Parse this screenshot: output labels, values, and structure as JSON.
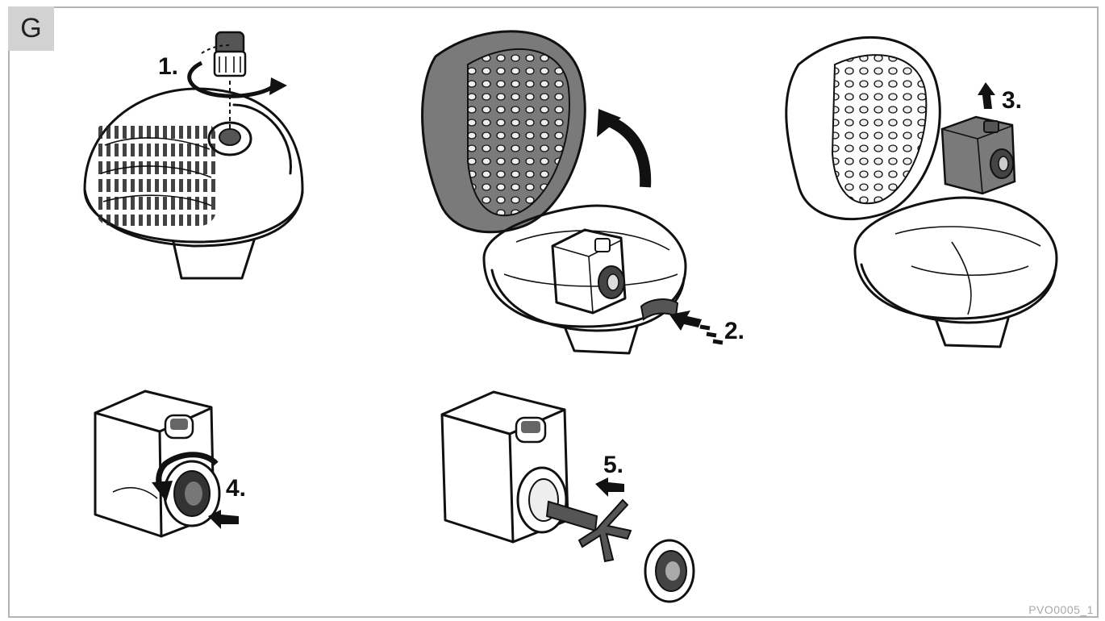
{
  "section_label": "G",
  "figure_code": "PVO0005_1",
  "steps": [
    {
      "label": "1."
    },
    {
      "label": "2."
    },
    {
      "label": "3."
    },
    {
      "label": "4."
    },
    {
      "label": "5."
    }
  ],
  "colors": {
    "frame": "#b4b4b4",
    "section_label_bg": "#d2d2d2",
    "line": "#111111",
    "dark_fill": "#7a7a7a",
    "figure_code": "#a8a8a8"
  }
}
